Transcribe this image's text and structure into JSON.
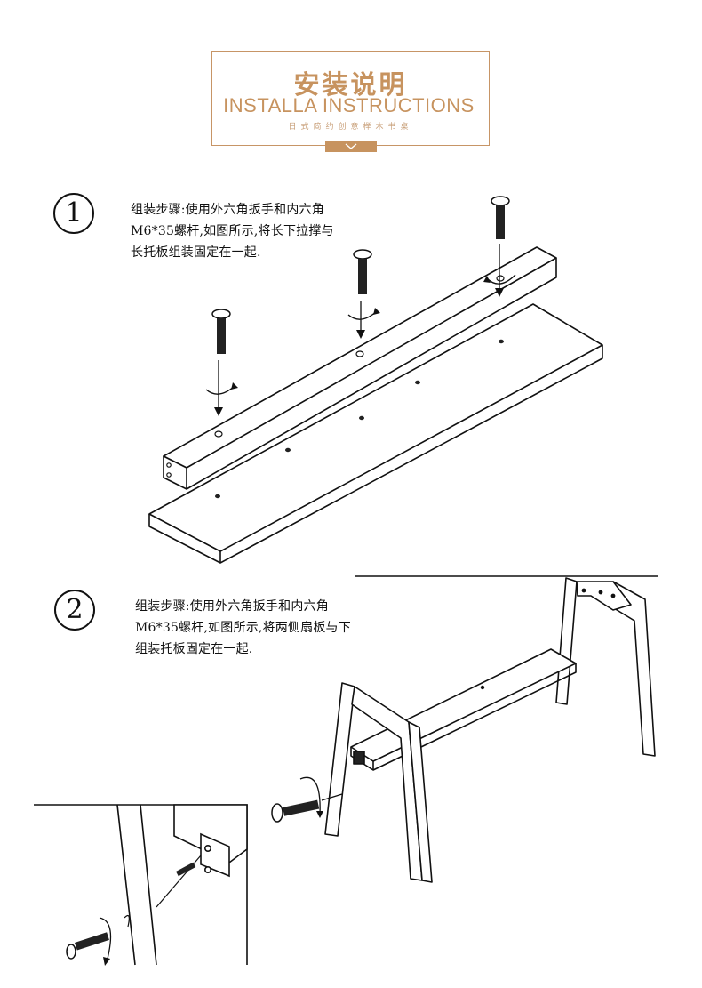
{
  "header": {
    "title": "安装说明",
    "subtitle": "INSTALLA INSTRUCTIONS",
    "caption": "日式简约创意榉木书桌"
  },
  "steps": [
    {
      "number": "1",
      "lines": [
        "组装步骤:使用外六角扳手和内六角",
        "M6*35螺杆,如图所示,将长下拉撑与",
        "长托板组装固定在一起."
      ]
    },
    {
      "number": "2",
      "lines": [
        "组装步骤:使用外六角扳手和内六角",
        "M6*35螺杆,如图所示,将两侧扇板与下",
        "组装托板固定在一起."
      ]
    }
  ],
  "colors": {
    "accent": "#c7935f",
    "ink": "#111111"
  }
}
